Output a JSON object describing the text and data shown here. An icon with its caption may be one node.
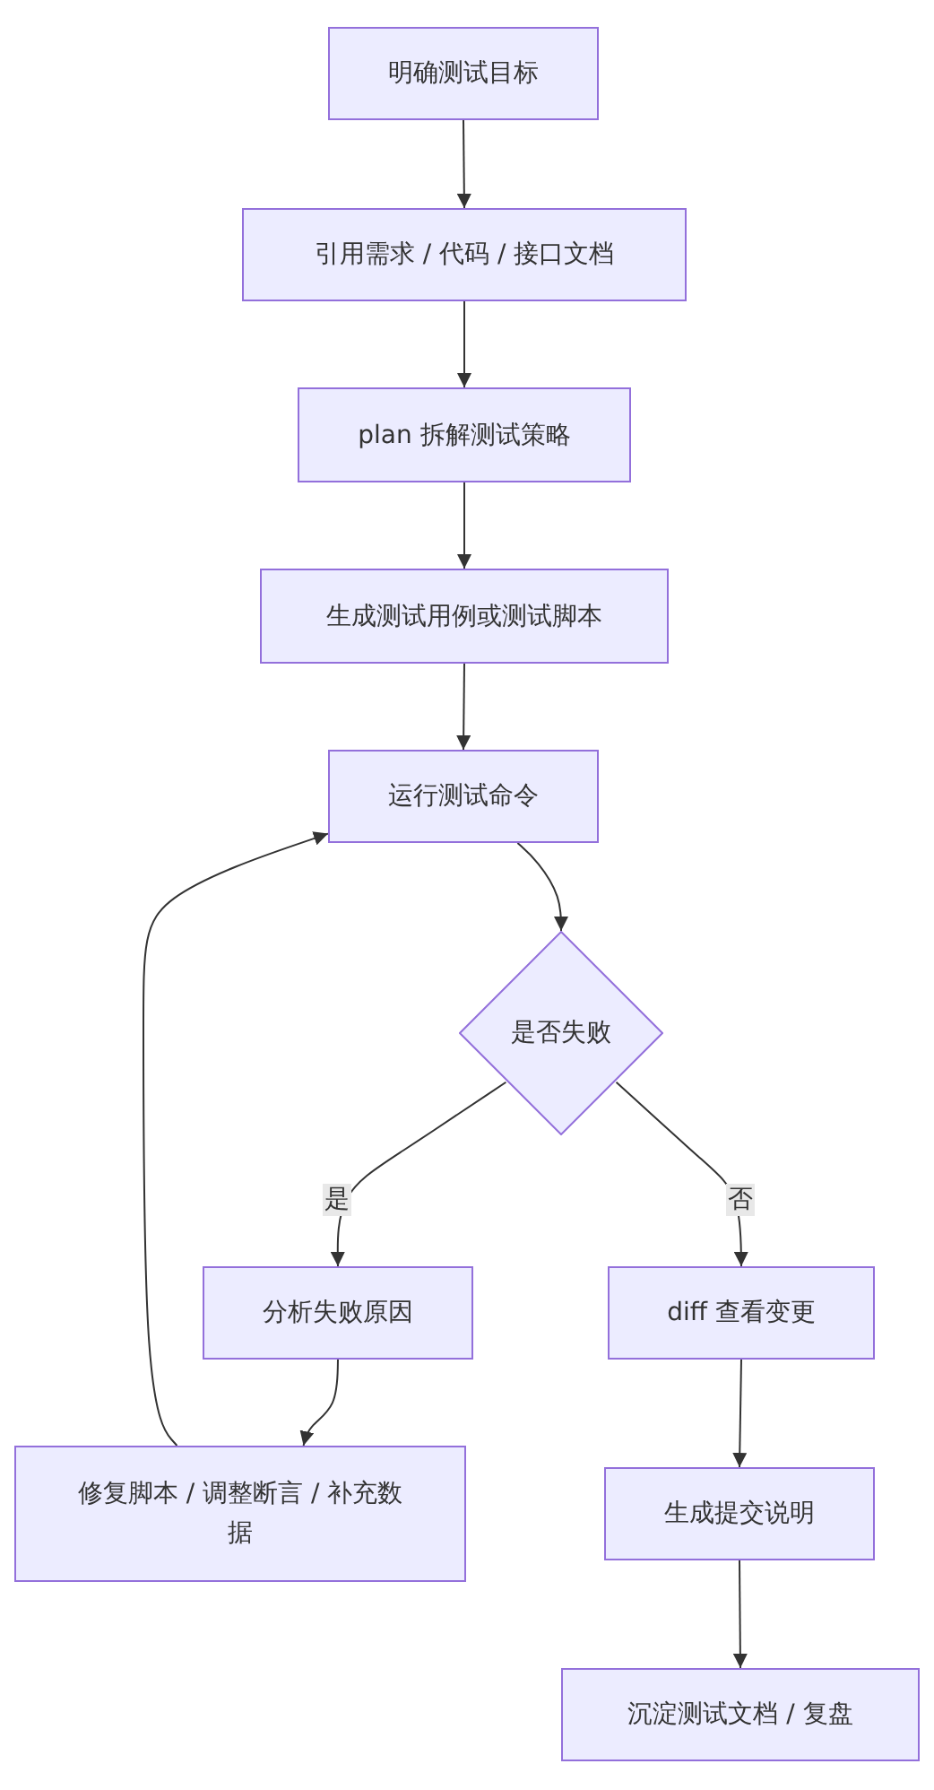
{
  "diagram": {
    "nodes": [
      {
        "text": [
          "明确测试目标"
        ]
      },
      {
        "text": [
          "引用需求 / 代码 / 接口文档"
        ]
      },
      {
        "text": [
          "plan 拆解测试策略"
        ]
      },
      {
        "text": [
          "生成测试用例或测试脚本"
        ]
      },
      {
        "text": [
          "运行测试命令"
        ]
      },
      {
        "text": [
          "是否失败"
        ]
      },
      {
        "text": [
          "分析失败原因"
        ]
      },
      {
        "text": [
          "diff 查看变更"
        ]
      },
      {
        "text": [
          "修复脚本 / 调整断言 / 补充数据"
        ]
      },
      {
        "text": [
          "生成提交说明"
        ]
      },
      {
        "text": [
          "沉淀测试文档 / 复盘"
        ]
      }
    ],
    "edges": [
      {
        "from": 0,
        "to": 1,
        "arrow": "to"
      },
      {
        "from": 1,
        "to": 2,
        "arrow": "to"
      },
      {
        "from": 2,
        "to": 3,
        "arrow": "to"
      },
      {
        "from": 3,
        "to": 4,
        "arrow": "to"
      },
      {
        "from": 4,
        "to": 5,
        "arrow": "to"
      },
      {
        "from": 5,
        "to": 6,
        "arrow": "to",
        "label": "是"
      },
      {
        "from": 5,
        "to": 7,
        "arrow": "to",
        "label": "否"
      },
      {
        "from": 6,
        "to": 8,
        "arrow": "to"
      },
      {
        "from": 8,
        "to": 4,
        "arrow": "to"
      },
      {
        "from": 7,
        "to": 9,
        "arrow": "to"
      },
      {
        "from": 9,
        "to": 10,
        "arrow": "to"
      }
    ]
  }
}
